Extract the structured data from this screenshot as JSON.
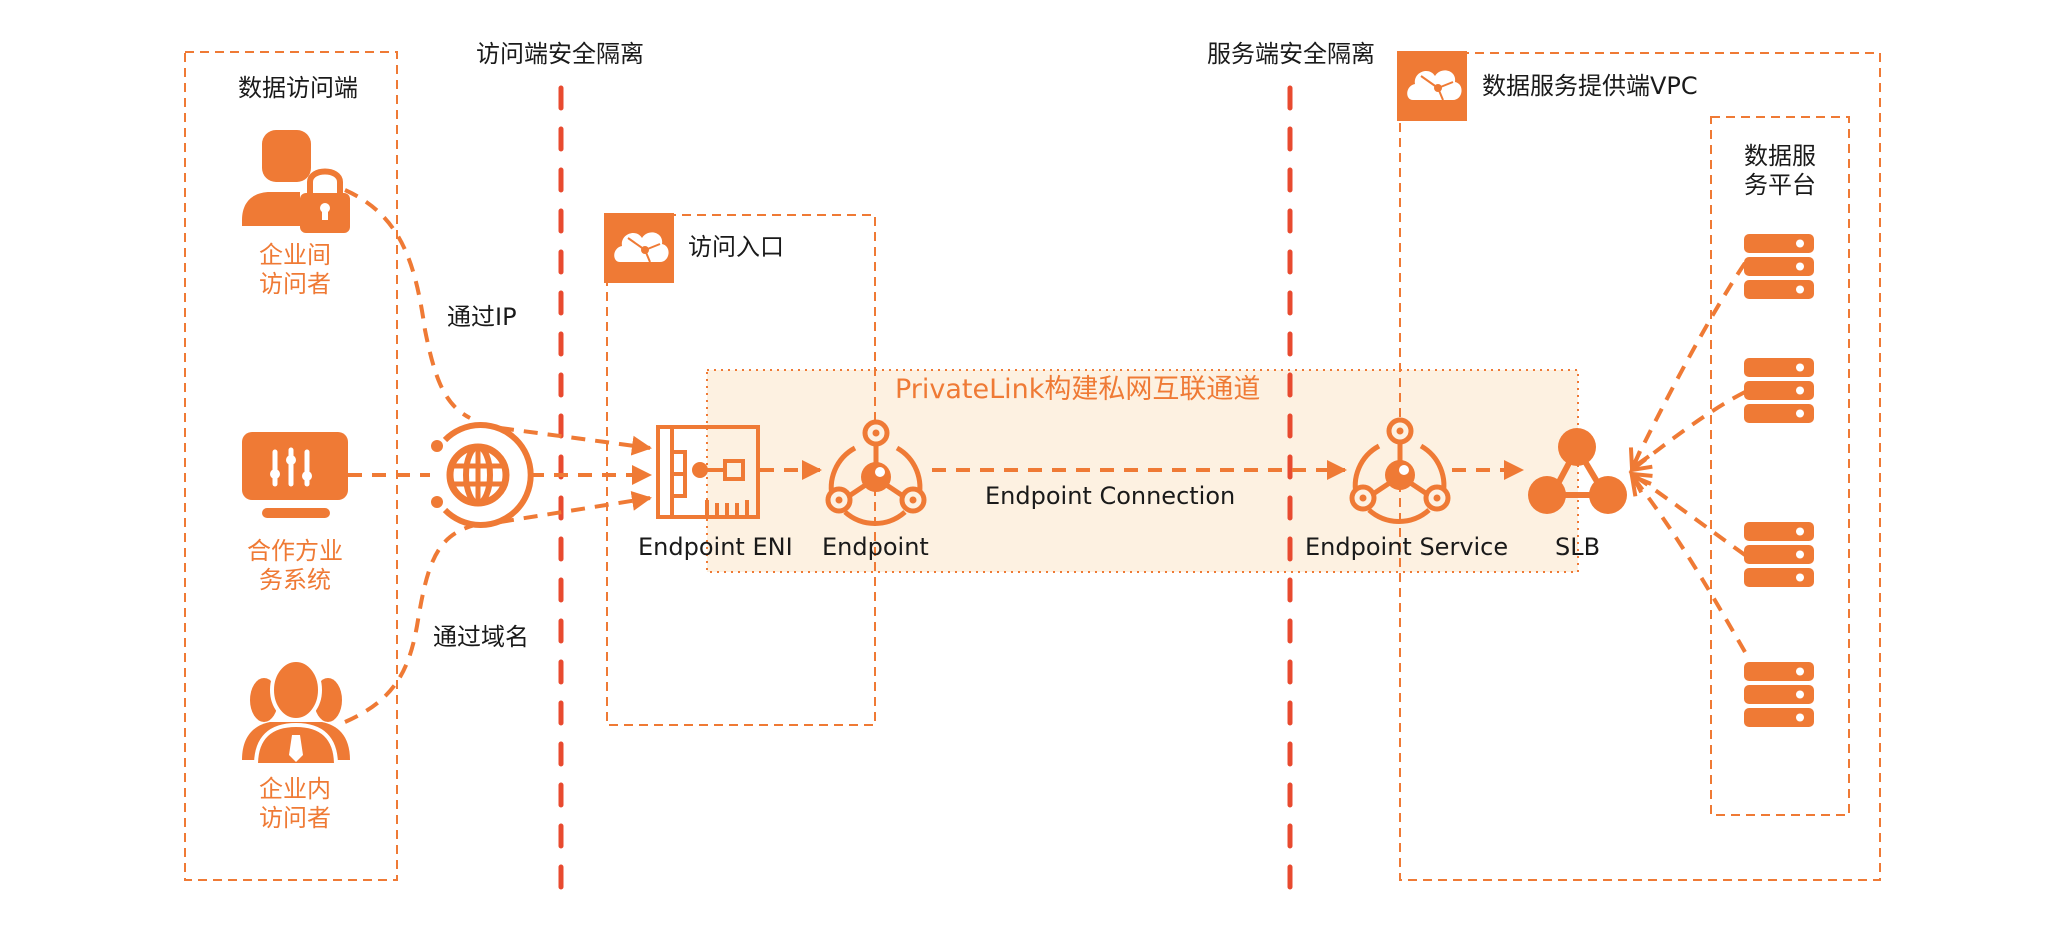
{
  "colors": {
    "accent": "#ef7a35",
    "isolation_line": "#e84a2f",
    "channel_fill": "#fdf1e1",
    "text": "#1a1a1a"
  },
  "isolation_zones": {
    "access_side": "访问端安全隔离",
    "service_side": "服务端安全隔离"
  },
  "data_access": {
    "title": "数据访问端",
    "actors": [
      {
        "icon": "user-lock-icon",
        "line1": "企业间",
        "line2": "访问者"
      },
      {
        "icon": "business-system-icon",
        "line1": "合作方业",
        "line2": "务系统"
      },
      {
        "icon": "user-group-icon",
        "line1": "企业内",
        "line2": "访问者"
      }
    ],
    "via_ip": "通过IP",
    "via_domain": "通过域名"
  },
  "access_entry": {
    "title": "访问入口",
    "icon": "cloud-network-icon"
  },
  "channel": {
    "title": "PrivateLink构建私网互联通道",
    "connection_label": "Endpoint Connection",
    "nodes": [
      {
        "id": "eni",
        "label": "Endpoint ENI",
        "icon": "network-card-icon"
      },
      {
        "id": "endpoint",
        "label": "Endpoint",
        "icon": "endpoint-icon"
      },
      {
        "id": "endpoint_service",
        "label": "Endpoint Service",
        "icon": "endpoint-service-icon"
      },
      {
        "id": "slb",
        "label": "SLB",
        "icon": "load-balancer-icon"
      }
    ]
  },
  "provider_vpc": {
    "title": "数据服务提供端VPC",
    "icon": "cloud-network-icon",
    "platform": {
      "line1": "数据服",
      "line2": "务平台",
      "servers": [
        "server-1",
        "server-2",
        "server-3",
        "server-4"
      ]
    }
  }
}
